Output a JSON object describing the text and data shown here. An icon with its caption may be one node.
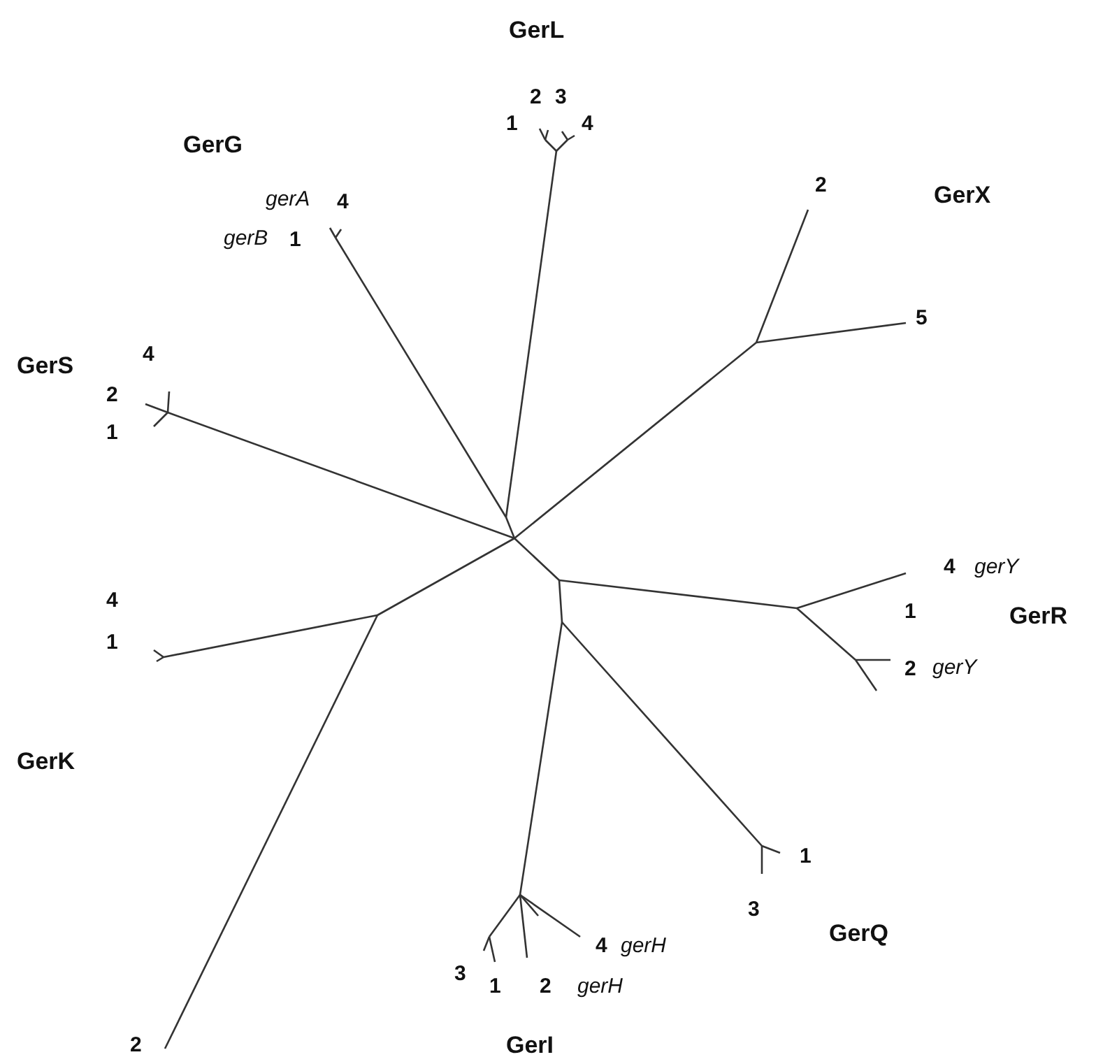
{
  "diagram": {
    "labels": [
      "GerL",
      "2",
      "3",
      "1",
      "4",
      "GerG",
      "gerA",
      "4",
      "2",
      "GerX",
      "gerB",
      "1",
      "5",
      "4",
      "GerS",
      "2",
      "1",
      "4",
      "gerY",
      "4",
      "1",
      "GerR",
      "1",
      "2",
      "gerY",
      "GerK",
      "1",
      "3",
      "GerQ",
      "4",
      "gerH",
      "3",
      "1",
      "2",
      "gerH",
      "2",
      "GerI"
    ]
  }
}
